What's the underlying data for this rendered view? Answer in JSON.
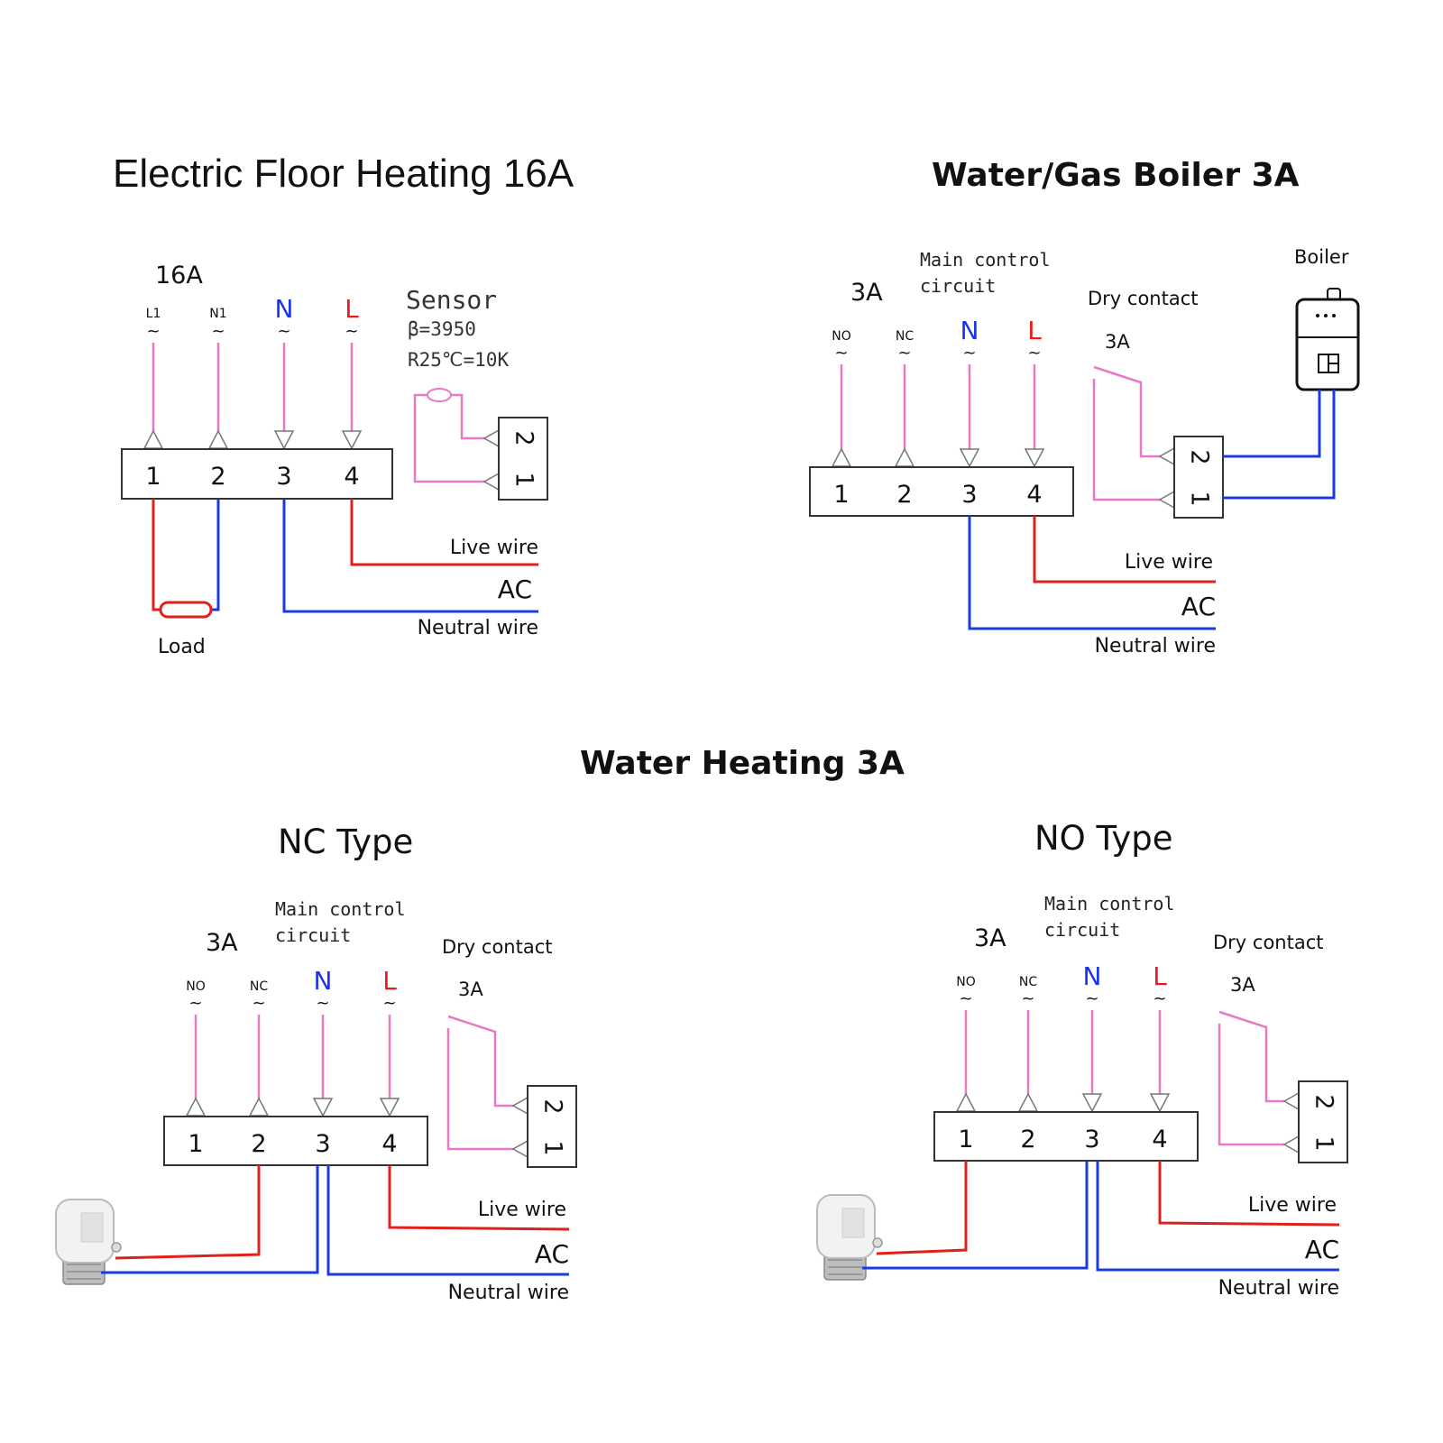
{
  "colors": {
    "pink_wire": "#e879c4",
    "live_red": "#e0201a",
    "neutral_blue": "#1b3be0",
    "n_label_blue": "#1a33ee",
    "l_label_red": "#ee1a1a"
  },
  "floor": {
    "title": "Electric Floor Heating 16A",
    "amp": "16A",
    "pins": [
      "L1",
      "N1",
      "N",
      "L"
    ],
    "tilde": "~",
    "terminals": [
      "1",
      "2",
      "3",
      "4"
    ],
    "sensor": {
      "label": "Sensor",
      "beta": "β=3950",
      "r25": "R25℃=10K",
      "terminals": [
        "2",
        "1"
      ]
    },
    "load": "Load",
    "live": "Live wire",
    "ac": "AC",
    "neutral": "Neutral wire"
  },
  "boiler": {
    "title": "Water/Gas Boiler 3A",
    "amp": "3A",
    "main1": "Main control",
    "main2": "circuit",
    "pins": [
      "NO",
      "NC",
      "N",
      "L"
    ],
    "tilde": "~",
    "terminals": [
      "1",
      "2",
      "3",
      "4"
    ],
    "dry": "Dry contact",
    "dry_amp": "3A",
    "dry_terminals": [
      "2",
      "1"
    ],
    "boiler_label": "Boiler",
    "live": "Live wire",
    "ac": "AC",
    "neutral": "Neutral wire"
  },
  "water": {
    "title": "Water Heating 3A"
  },
  "nc": {
    "title": "NC Type",
    "amp": "3A",
    "main1": "Main control",
    "main2": "circuit",
    "pins": [
      "NO",
      "NC",
      "N",
      "L"
    ],
    "tilde": "~",
    "terminals": [
      "1",
      "2",
      "3",
      "4"
    ],
    "dry": "Dry contact",
    "dry_amp": "3A",
    "dry_terminals": [
      "2",
      "1"
    ],
    "live": "Live wire",
    "ac": "AC",
    "neutral": "Neutral wire"
  },
  "no": {
    "title": "NO Type",
    "amp": "3A",
    "main1": "Main control",
    "main2": "circuit",
    "pins": [
      "NO",
      "NC",
      "N",
      "L"
    ],
    "tilde": "~",
    "terminals": [
      "1",
      "2",
      "3",
      "4"
    ],
    "dry": "Dry contact",
    "dry_amp": "3A",
    "dry_terminals": [
      "2",
      "1"
    ],
    "live": "Live wire",
    "ac": "AC",
    "neutral": "Neutral wire"
  }
}
